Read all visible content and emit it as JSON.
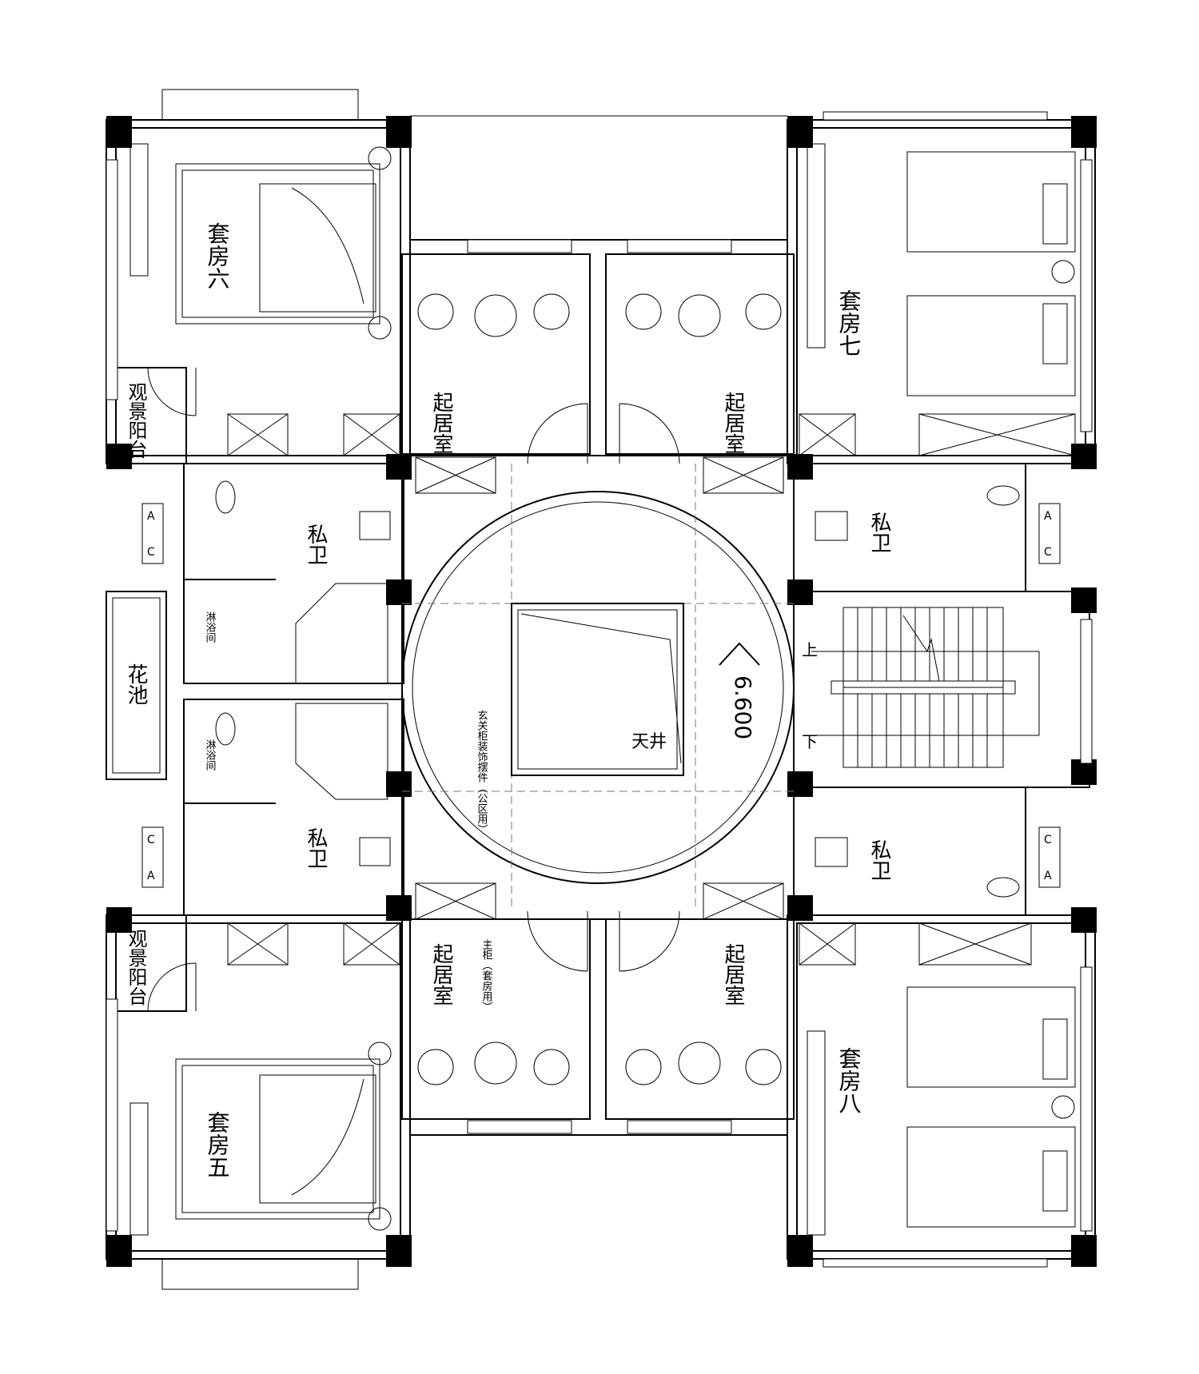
{
  "plan": {
    "level_mark": "6.600",
    "labels": {
      "suite6": "套房六",
      "suite7": "套房七",
      "suite5": "套房五",
      "suite8": "套房八",
      "living_nw": "起居室",
      "living_ne": "起居室",
      "living_sw": "起居室",
      "living_se": "起居室",
      "bath_lw_top": "私卫",
      "bath_lw_bottom": "私卫",
      "bath_rw_top": "私卫",
      "bath_rw_bottom": "私卫",
      "shower_top": "淋浴间",
      "shower_bottom": "淋浴间",
      "planter": "花池",
      "balcony_top": "观景阳台",
      "balcony_bottom": "观景阳台",
      "atrium": "天井",
      "stair_up": "上",
      "stair_down": "下",
      "note_cabinet_public": "玄关柜装饰摆件（公区用）",
      "note_cabinet_suite": "主柜（套房用）",
      "ac_c": "C",
      "ac_a": "A"
    },
    "colors": {
      "line": "#000000",
      "dashed": "#777777",
      "background": "#ffffff"
    }
  }
}
